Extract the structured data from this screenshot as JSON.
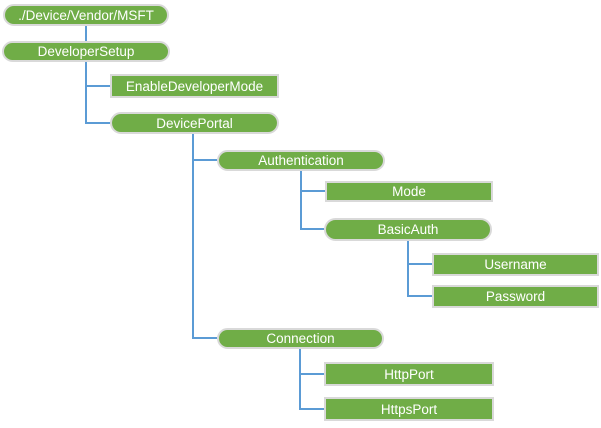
{
  "diagram_type": "tree",
  "colors": {
    "node_fill": "#70ad47",
    "node_border": "#d9d9d9",
    "connector": "#5b9bd5",
    "text": "#ffffff",
    "background": "#ffffff"
  },
  "nodes": [
    {
      "id": "root",
      "label": "./Device/Vendor/MSFT",
      "shape": "rounded",
      "parent": null
    },
    {
      "id": "developersetup",
      "label": "DeveloperSetup",
      "shape": "rounded",
      "parent": "root"
    },
    {
      "id": "enabledevelopermode",
      "label": "EnableDeveloperMode",
      "shape": "rect",
      "parent": "developersetup"
    },
    {
      "id": "deviceportal",
      "label": "DevicePortal",
      "shape": "rounded",
      "parent": "developersetup"
    },
    {
      "id": "authentication",
      "label": "Authentication",
      "shape": "rounded",
      "parent": "deviceportal"
    },
    {
      "id": "mode",
      "label": "Mode",
      "shape": "rect",
      "parent": "authentication"
    },
    {
      "id": "basicauth",
      "label": "BasicAuth",
      "shape": "rounded",
      "parent": "authentication"
    },
    {
      "id": "username",
      "label": "Username",
      "shape": "rect",
      "parent": "basicauth"
    },
    {
      "id": "password",
      "label": "Password",
      "shape": "rect",
      "parent": "basicauth"
    },
    {
      "id": "connection",
      "label": "Connection",
      "shape": "rounded",
      "parent": "deviceportal"
    },
    {
      "id": "httpport",
      "label": "HttpPort",
      "shape": "rect",
      "parent": "connection"
    },
    {
      "id": "httpsport",
      "label": "HttpsPort",
      "shape": "rect",
      "parent": "connection"
    }
  ]
}
